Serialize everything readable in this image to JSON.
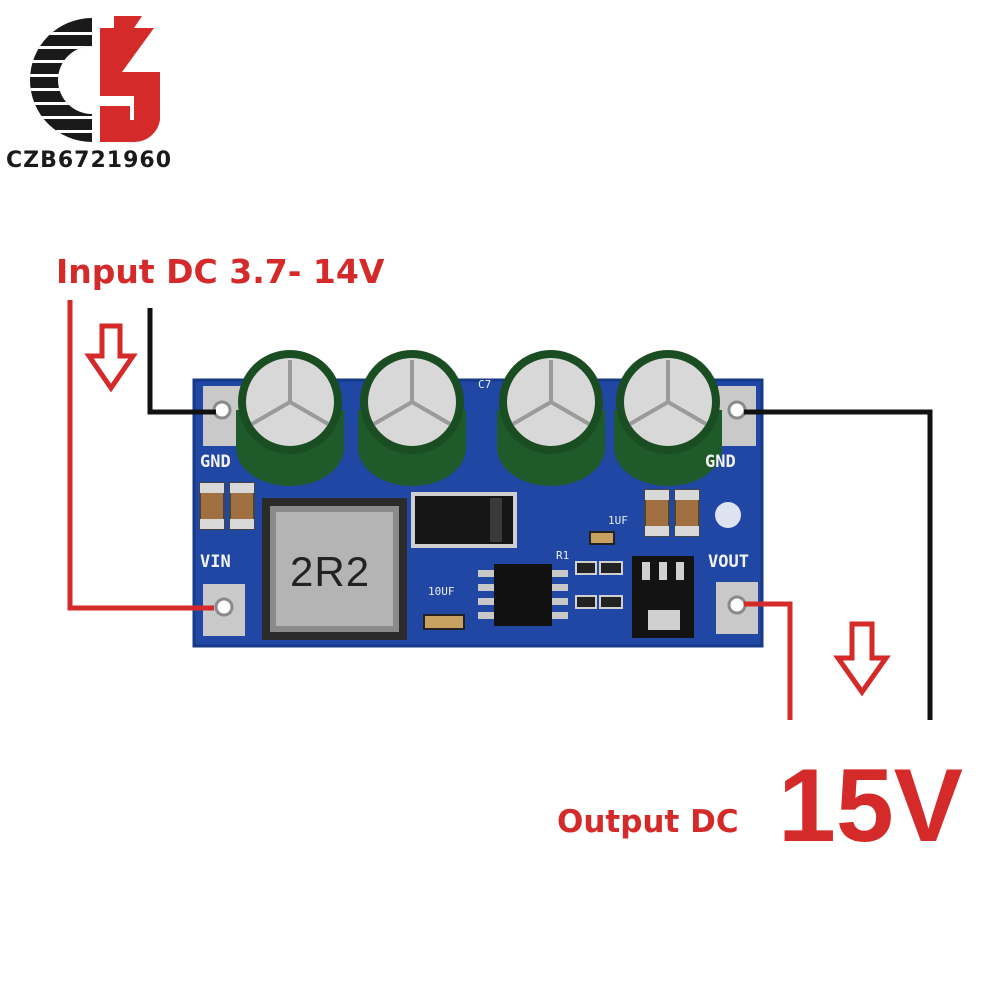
{
  "logo": {
    "text": "CZB6721960"
  },
  "annotations": {
    "input_label": "Input DC 3.7- 14V",
    "output_label": "Output DC",
    "output_voltage": "15V"
  },
  "pcb": {
    "labels": {
      "gnd_left": "GND",
      "gnd_right": "GND",
      "vin": "VIN",
      "vout": "VOUT"
    },
    "silkscreen": {
      "cap_10uf": "10UF",
      "cap_1uf": "1UF",
      "r1": "R1",
      "c7": "C7"
    },
    "inductor_mark": "2R2"
  },
  "colors": {
    "accent_red": "#d42a2a",
    "pcb_blue": "#1f47a3",
    "wire_black": "#111111"
  }
}
